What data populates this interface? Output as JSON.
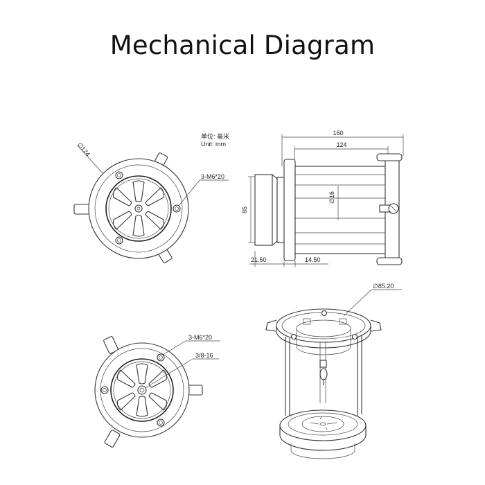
{
  "title": "Mechanical Diagram",
  "units": {
    "line1": "单位: 毫米",
    "line2": "Unit: mm"
  },
  "front_view_top": {
    "diameter_label": "∅124",
    "screw_callout": "3-M6*20"
  },
  "side_view": {
    "overall_length": "160",
    "body_length": "124",
    "center_hole": "∅16",
    "height": "85",
    "left_offset": "21.50",
    "right_offset": "14.50"
  },
  "bottom_view": {
    "screw_callout": "3-M6*20",
    "thread_callout": "3/8-16"
  },
  "iso_view": {
    "diameter_label": "∅85.20"
  }
}
